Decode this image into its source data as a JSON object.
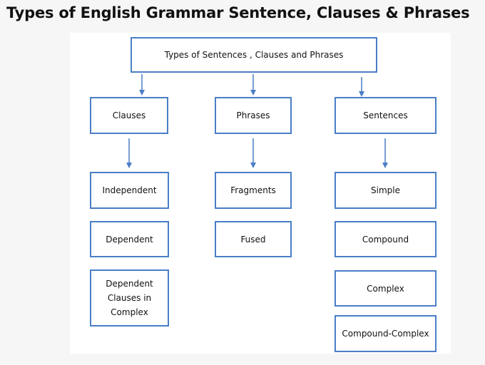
{
  "title": "Types of English Grammar Sentence, Clauses & Phrases",
  "diagram": {
    "root": "Types of Sentences , Clauses and Phrases",
    "clauses": {
      "label": "Clauses",
      "items": [
        "Independent",
        "Dependent",
        "Dependent Clauses in Complex"
      ]
    },
    "phrases": {
      "label": "Phrases",
      "items": [
        "Fragments",
        "Fused"
      ]
    },
    "sentences": {
      "label": "Sentences",
      "items": [
        "Simple",
        "Compound",
        "Complex",
        "Compound-Complex"
      ]
    },
    "colors": {
      "border": "#4a7ec6",
      "arrow": "#4a7ec6"
    }
  }
}
